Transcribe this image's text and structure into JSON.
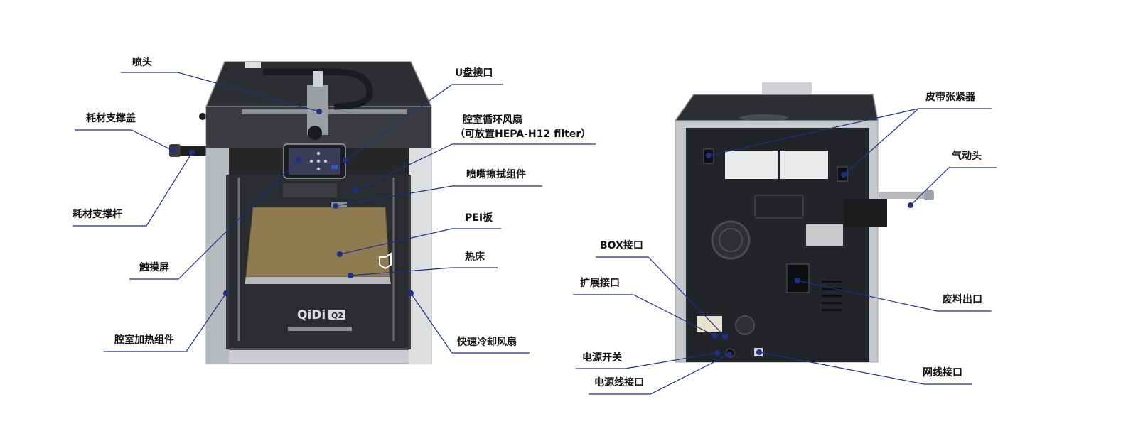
{
  "colors": {
    "accent": "#1f2f8c",
    "frame": "#c9cbcd",
    "body_dark": "#2a2c2f",
    "bed": "#8c7a4f"
  },
  "front": {
    "labels": {
      "nozzle": "喷头",
      "spool_cover": "耗材支撑盖",
      "spool_rod": "耗材支撑杆",
      "touchscreen": "触摸屏",
      "chamber_heater": "腔室加热组件",
      "usb_port": "U盘接口",
      "circ_fan_line1": "腔室循环风扇",
      "circ_fan_line2": "（可放置HEPA-H12 filter）",
      "wiper": "喷嘴擦拭组件",
      "pei_plate": "PEI板",
      "heated_bed": "热床",
      "cooling_fan": "快速冷却风扇"
    },
    "brand": "QiDi",
    "model_badge": "Q2"
  },
  "back": {
    "labels": {
      "belt_tensioner": "皮带张紧器",
      "pneumatic_head": "气动头",
      "box_port": "BOX接口",
      "expansion_port": "扩展接口",
      "power_switch": "电源开关",
      "power_socket": "电源线接口",
      "waste_outlet": "废料出口",
      "ethernet_port": "网线接口"
    }
  }
}
